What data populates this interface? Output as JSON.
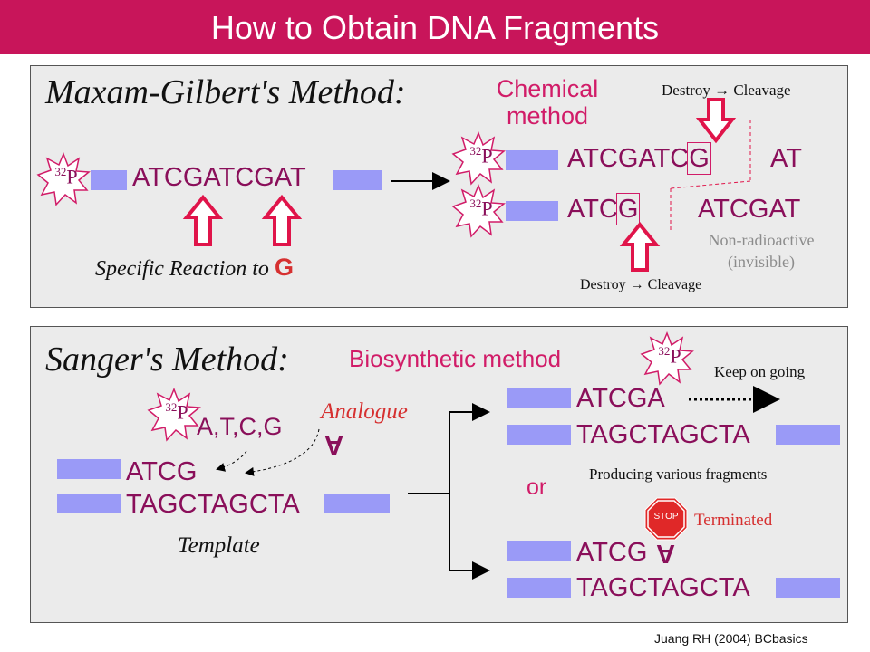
{
  "title": "How to Obtain DNA Fragments",
  "colors": {
    "banner": "#c8155a",
    "sequence": "#8a0f5a",
    "accent": "#d11c68",
    "arrow": "#e0144a",
    "bar": "#9a9af7",
    "star": "#d11c68"
  },
  "isotope": {
    "mass": "32",
    "symbol": "P"
  },
  "maxam": {
    "heading": "Maxam-Gilbert's Method:",
    "method_line1": "Chemical",
    "method_line2": "method",
    "sequence": "ATCGATCGAT",
    "reaction_label": "Specific Reaction to ",
    "reaction_base": "G",
    "fragment1_main": "ATCGATC",
    "fragment1_boxed": "G",
    "fragment1_tail": "AT",
    "fragment2_main": "ATC",
    "fragment2_boxed": "G",
    "fragment2_tail": "ATCGAT",
    "destroy_top": "Destroy → Cleavage",
    "destroy_bottom": "Destroy → Cleavage",
    "nonradio_line1": "Non-radioactive",
    "nonradio_line2": "(invisible)"
  },
  "sanger": {
    "heading": "Sanger's Method:",
    "method": "Biosynthetic method",
    "nucleotides": "A,T,C,G",
    "analogue_label": "Analogue",
    "analogue_letter": "A",
    "primer": "ATCG",
    "template_seq": "TAGCTAGCTA",
    "template_label": "Template",
    "or": "or",
    "product1": "ATCGA",
    "product1_template": "TAGCTAGCTA",
    "keep_going": "Keep on going",
    "producing": "Producing various fragments",
    "stop_sign": "STOP",
    "terminated": "Terminated",
    "product2": "ATCG",
    "product2_analogue": "A",
    "product2_template": "TAGCTAGCTA"
  },
  "credit": "Juang RH (2004) BCbasics"
}
